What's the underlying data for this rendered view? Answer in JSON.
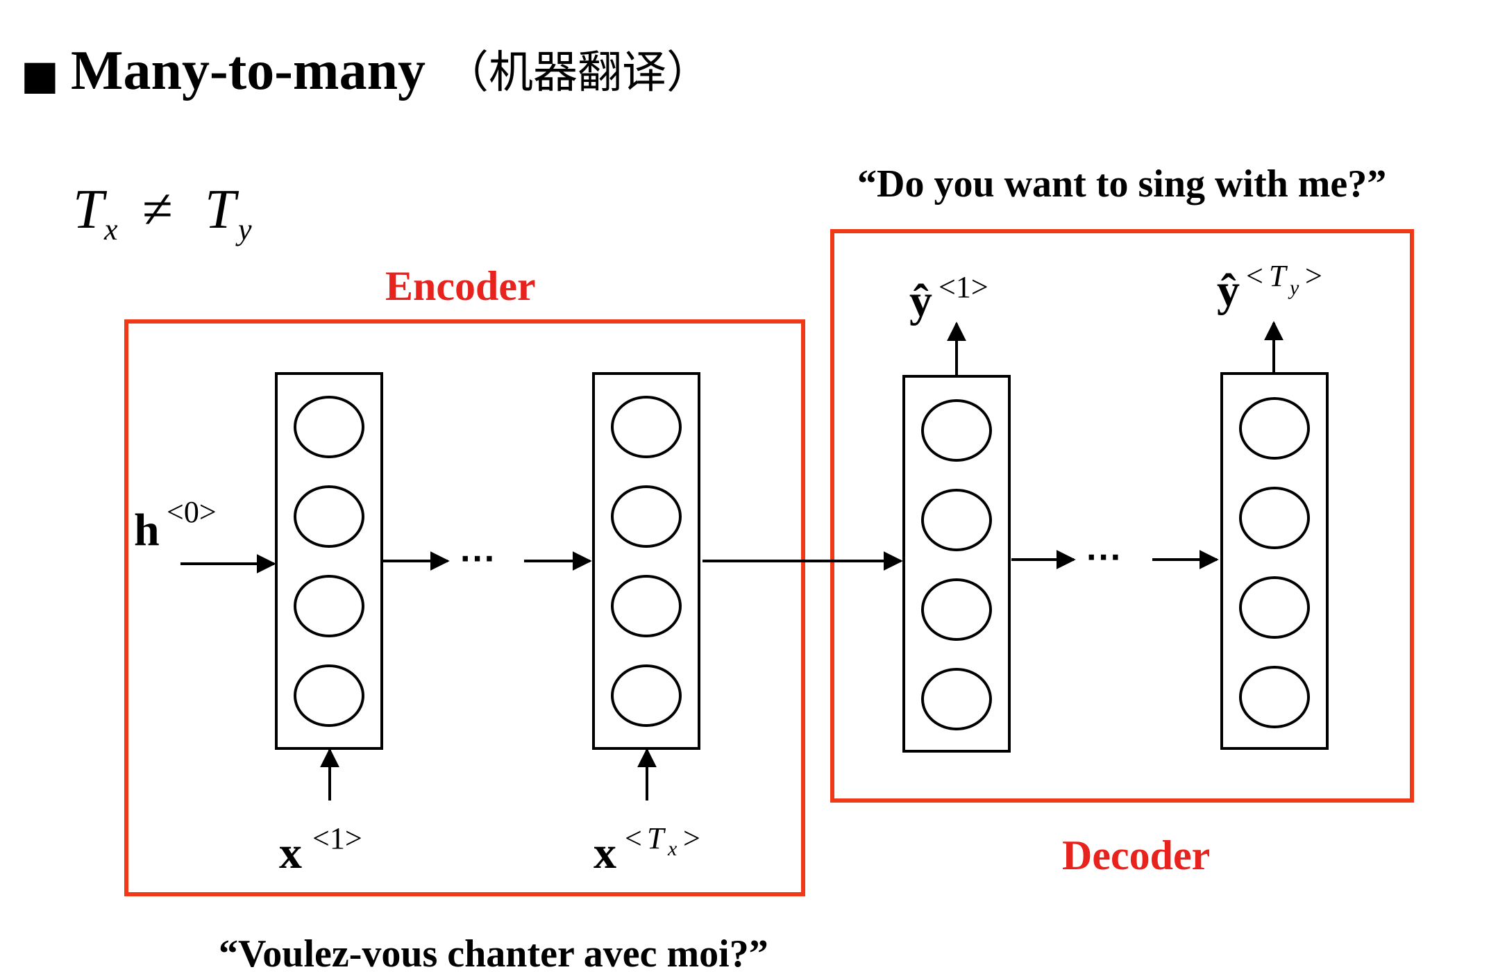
{
  "title": {
    "bullet": "■",
    "text": "Many-to-many",
    "note": "（机器翻译）"
  },
  "condition": {
    "lhs": "T",
    "lhs_sub": "x",
    "op": "≠",
    "rhs": "T",
    "rhs_sub": "y"
  },
  "encoder": {
    "label": "Encoder",
    "input_sentence": "“Voulez-vous chanter avec moi?”",
    "h0": {
      "base": "h",
      "sup": "<0>"
    },
    "x1": {
      "base": "x",
      "sup": "<1>"
    },
    "xT": {
      "base": "x",
      "sup_open": "<",
      "sup_T": "T",
      "sup_sub": "x",
      "sup_close": ">"
    },
    "dots": "···"
  },
  "decoder": {
    "label": "Decoder",
    "output_sentence": "“Do you want to sing with me?”",
    "y1": {
      "base": "ŷ",
      "sup": "<1>"
    },
    "yT": {
      "base": "ŷ",
      "sup_open": "<",
      "sup_T": "T",
      "sup_sub": "y",
      "sup_close": ">"
    },
    "dots": "···"
  },
  "colors": {
    "box": "#f03a17",
    "label": "#e8221c",
    "ink": "#000000"
  },
  "units_per_cell": 4
}
